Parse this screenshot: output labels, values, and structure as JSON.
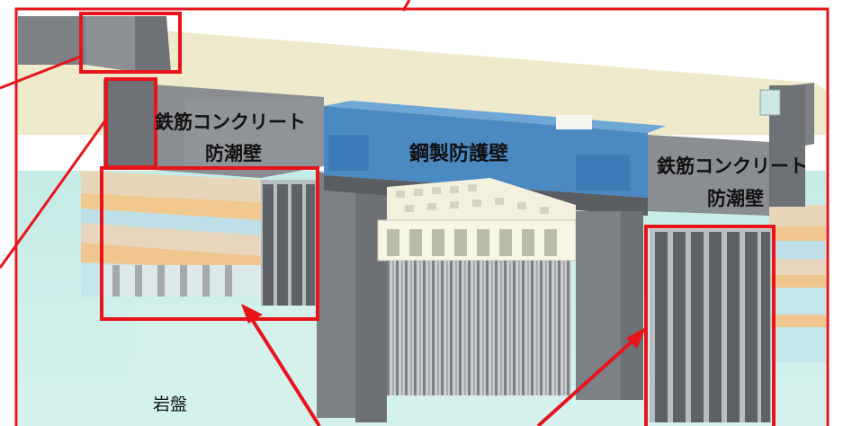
{
  "labels": {
    "rc_wall_left_line1": "鉄筋コンクリート",
    "rc_wall_left_line2": "防潮壁",
    "steel_wall": "鋼製防護壁",
    "rc_wall_right_line1": "鉄筋コンクリート",
    "rc_wall_right_line2": "防潮壁",
    "bedrock": "岩盤"
  },
  "colors": {
    "highlight": "#e8141c",
    "steel_wall": "#4a89c2",
    "concrete": "#808388",
    "ground_top": "#eeeacb",
    "bedrock": "#c8ece7"
  }
}
